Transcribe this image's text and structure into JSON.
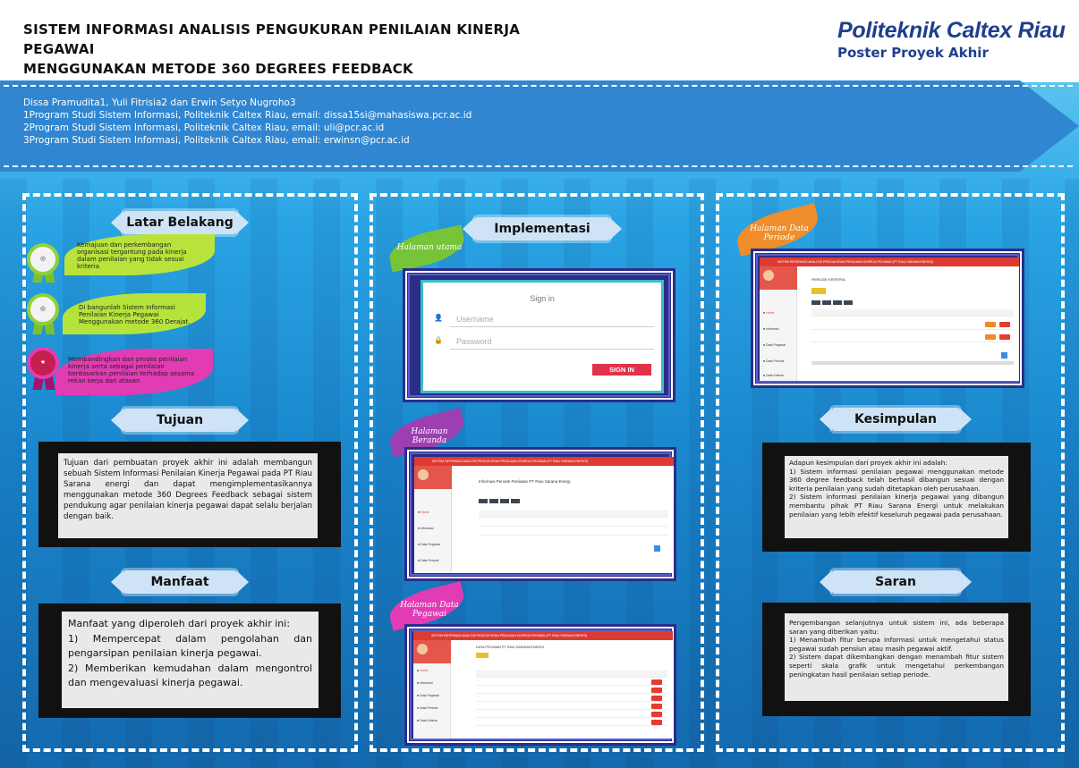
{
  "header": {
    "title_line1": "SISTEM INFORMASI ANALISIS PENGUKURAN PENILAIAN KINERJA PEGAWAI",
    "title_line2": "MENGGUNAKAN METODE 360 DEGREES FEEDBACK",
    "logo_text": "Politeknik Caltex Riau",
    "logo_subtitle": "Poster Proyek Akhir"
  },
  "authors": {
    "names": "Dissa Pramudita1, Yuli Fitrisia2 dan Erwin Setyo Nugroho3",
    "affil1": "1Program Studi Sistem Informasi, Politeknik Caltex Riau, email: dissa15si@mahasiswa.pcr.ac.id",
    "affil2": "2Program Studi Sistem Informasi, Politeknik Caltex Riau, email: uli@pcr.ac.id",
    "affil3": "3Program Studi Sistem Informasi, Politeknik Caltex Riau, email: erwinsn@pcr.ac.id"
  },
  "left": {
    "latar_title": "Latar Belakang",
    "latar_items": [
      {
        "text": "Kemajuan dan perkembangan organisasi tergantung pada kinerja dalam penilaian yang tidak sesuai kriteria",
        "color": "#b9e23a"
      },
      {
        "text": "Di bangunlah Sistem Informasi Penilaian Kinerja Pegawai Menggunakan metode 360 Derajat.",
        "color": "#b6e33b"
      },
      {
        "text": "Membandingkan dan proses penilaian kinerja serta sebagai penilaian berdasarkan penilaian terhadap sesama rekan kerja dan atasan",
        "color": "#e23cb4"
      }
    ],
    "tujuan_title": "Tujuan",
    "tujuan_text": "Tujuan dari pembuatan proyek akhir ini adalah membangun sebuah Sistem Informasi Penilaian Kinerja Pegawai pada PT Riau Sarana energi dan dapat mengimplementasikannya menggunakan metode 360 Degrees Feedback sebagai sistem pendukung agar penilaian kinerja pegawai dapat selalu berjalan dengan baik.",
    "manfaat_title": "Manfaat",
    "manfaat_intro": "Manfaat yang diperoleh dari proyek akhir ini:",
    "manfaat_1": "1) Mempercepat dalam pengolahan dan pengarsipan penilaian kinerja pegawai.",
    "manfaat_2": "2) Memberikan kemudahan dalam mengontrol dan mengevaluasi kinerja pegawai."
  },
  "middle": {
    "impl_title": "Implementasi",
    "leaf1": "Halaman utama",
    "leaf2": "Halaman Beranda",
    "leaf3": "Halaman Data Pegawai",
    "login_title": "Sign in",
    "login_username": "Username",
    "login_password": "Password",
    "login_button": "SIGN IN",
    "app_header": "SISTEM INFORMASI ANALISIS PENGUKURAN PENILAIAN KINERJA PEGAWAI (PT RIAU SARANA ENERGI)",
    "beranda_title": "Informasi Periode Penilaian PT Riau Sarana Energi",
    "pegawai_title": "DATA PEGAWAI PT RIAU SARANA ENERGI"
  },
  "right": {
    "leaf": "Halaman Data Periode",
    "periode_title": "PERIODE KRITERIA",
    "kesimpulan_title": "Kesimpulan",
    "kesimpulan_intro": "Adapun kesimpulan dari proyek akhir ini adalah:",
    "kesimpulan_1": "1) Sistem informasi penilaian pegawai menggunakan metode 360 degree feedback telah berhasil dibangun sesuai dengan kriteria penilaian yang sudah ditetapkan oleh perusahaan.",
    "kesimpulan_2": "2) Sistem informasi penilaian kinerja pegawai yang dibangun membantu pihak PT Riau Sarana Energi untuk melakukan penilaian yang lebih efektif keseluruh pegawai pada perusahaan.",
    "saran_title": "Saran",
    "saran_intro": "Pengembangan selanjutnya untuk sistem ini, ada beberapa saran yang diberikan yaitu:",
    "saran_1": "1) Menambah fitur berupa informasi untuk mengetahui status pegawai sudah pensiun atau masih pegawai aktif.",
    "saran_2": "2) Sistem dapat dikembangkan dengan menambah fitur sistem seperti skala grafik untuk mengetahui perkembangan peningkatan hasil penilaian setiap periode."
  }
}
